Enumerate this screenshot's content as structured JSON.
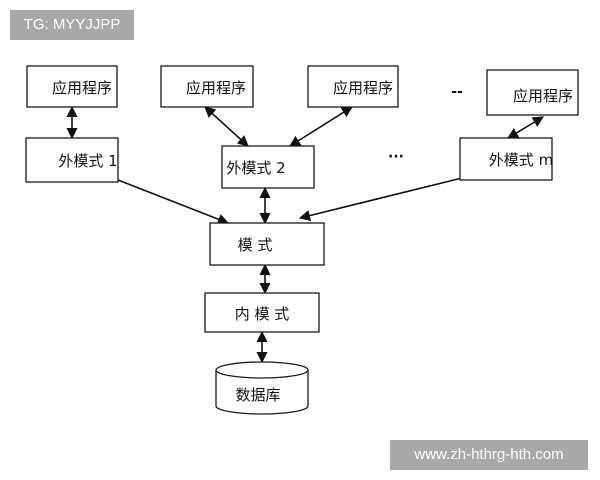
{
  "watermarks": {
    "top_left": "TG: MYYJJPP",
    "bottom_right": "www.zh-hthrg-hth.com"
  },
  "diagram": {
    "nodes": {
      "app1": "应用程序",
      "app2": "应用程序",
      "app3": "应用程序",
      "app4": "应用程序",
      "ext1": "外模式 1",
      "ext2": "外模式 2",
      "extm": "外模式 m",
      "schema": "模 式",
      "internal": "内 模 式",
      "database": "数据库"
    },
    "ellipses": {
      "apps": "--",
      "externals": "···"
    }
  }
}
